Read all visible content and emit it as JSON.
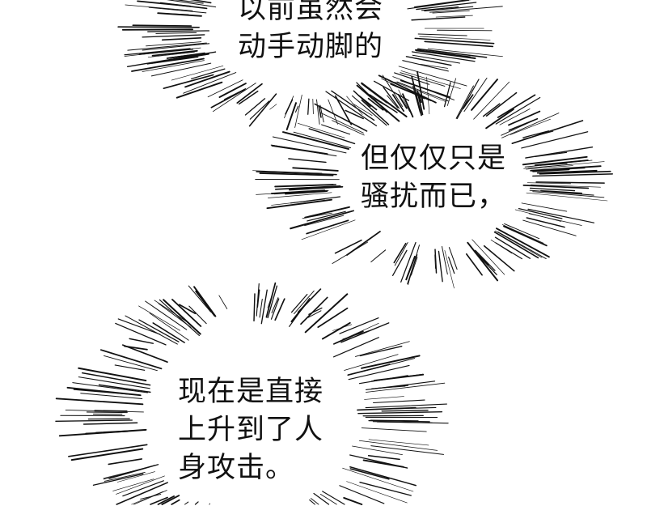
{
  "bubbles": [
    {
      "lines": [
        "以前虽然会",
        "动手动脚的"
      ]
    },
    {
      "lines": [
        "但仅仅只是",
        "骚扰而已，"
      ]
    },
    {
      "lines": [
        "现在是直接",
        "上升到了人",
        "身攻击。"
      ]
    }
  ],
  "colors": {
    "ink": "#111111",
    "background": "#ffffff"
  }
}
